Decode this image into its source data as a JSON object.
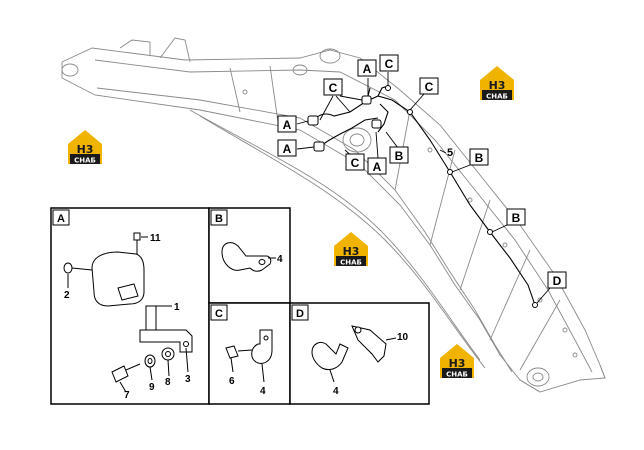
{
  "colors": {
    "logo_yellow": "#f0b400",
    "logo_dark": "#1a1a1a",
    "line": "#000000",
    "light_line": "#9a9a9a"
  },
  "logo": {
    "letters": "H3",
    "sub": "CHAБ"
  },
  "callouts": {
    "a1": "A",
    "a2": "A",
    "a3": "A",
    "a4": "A",
    "c1": "C",
    "c2": "C",
    "c3": "C",
    "c4": "C",
    "b1": "B",
    "b2": "B",
    "b3": "B",
    "d1": "D"
  },
  "numbers": {
    "hose": "5"
  },
  "panels": {
    "A": {
      "title": "A",
      "parts": {
        "p11": "11",
        "p2": "2",
        "p1": "1",
        "p7": "7",
        "p9": "9",
        "p8": "8",
        "p3": "3"
      }
    },
    "B": {
      "title": "B",
      "parts": {
        "p4": "4"
      }
    },
    "C": {
      "title": "C",
      "parts": {
        "p6": "6",
        "p4": "4"
      }
    },
    "D": {
      "title": "D",
      "parts": {
        "p10": "10",
        "p4": "4"
      }
    }
  }
}
